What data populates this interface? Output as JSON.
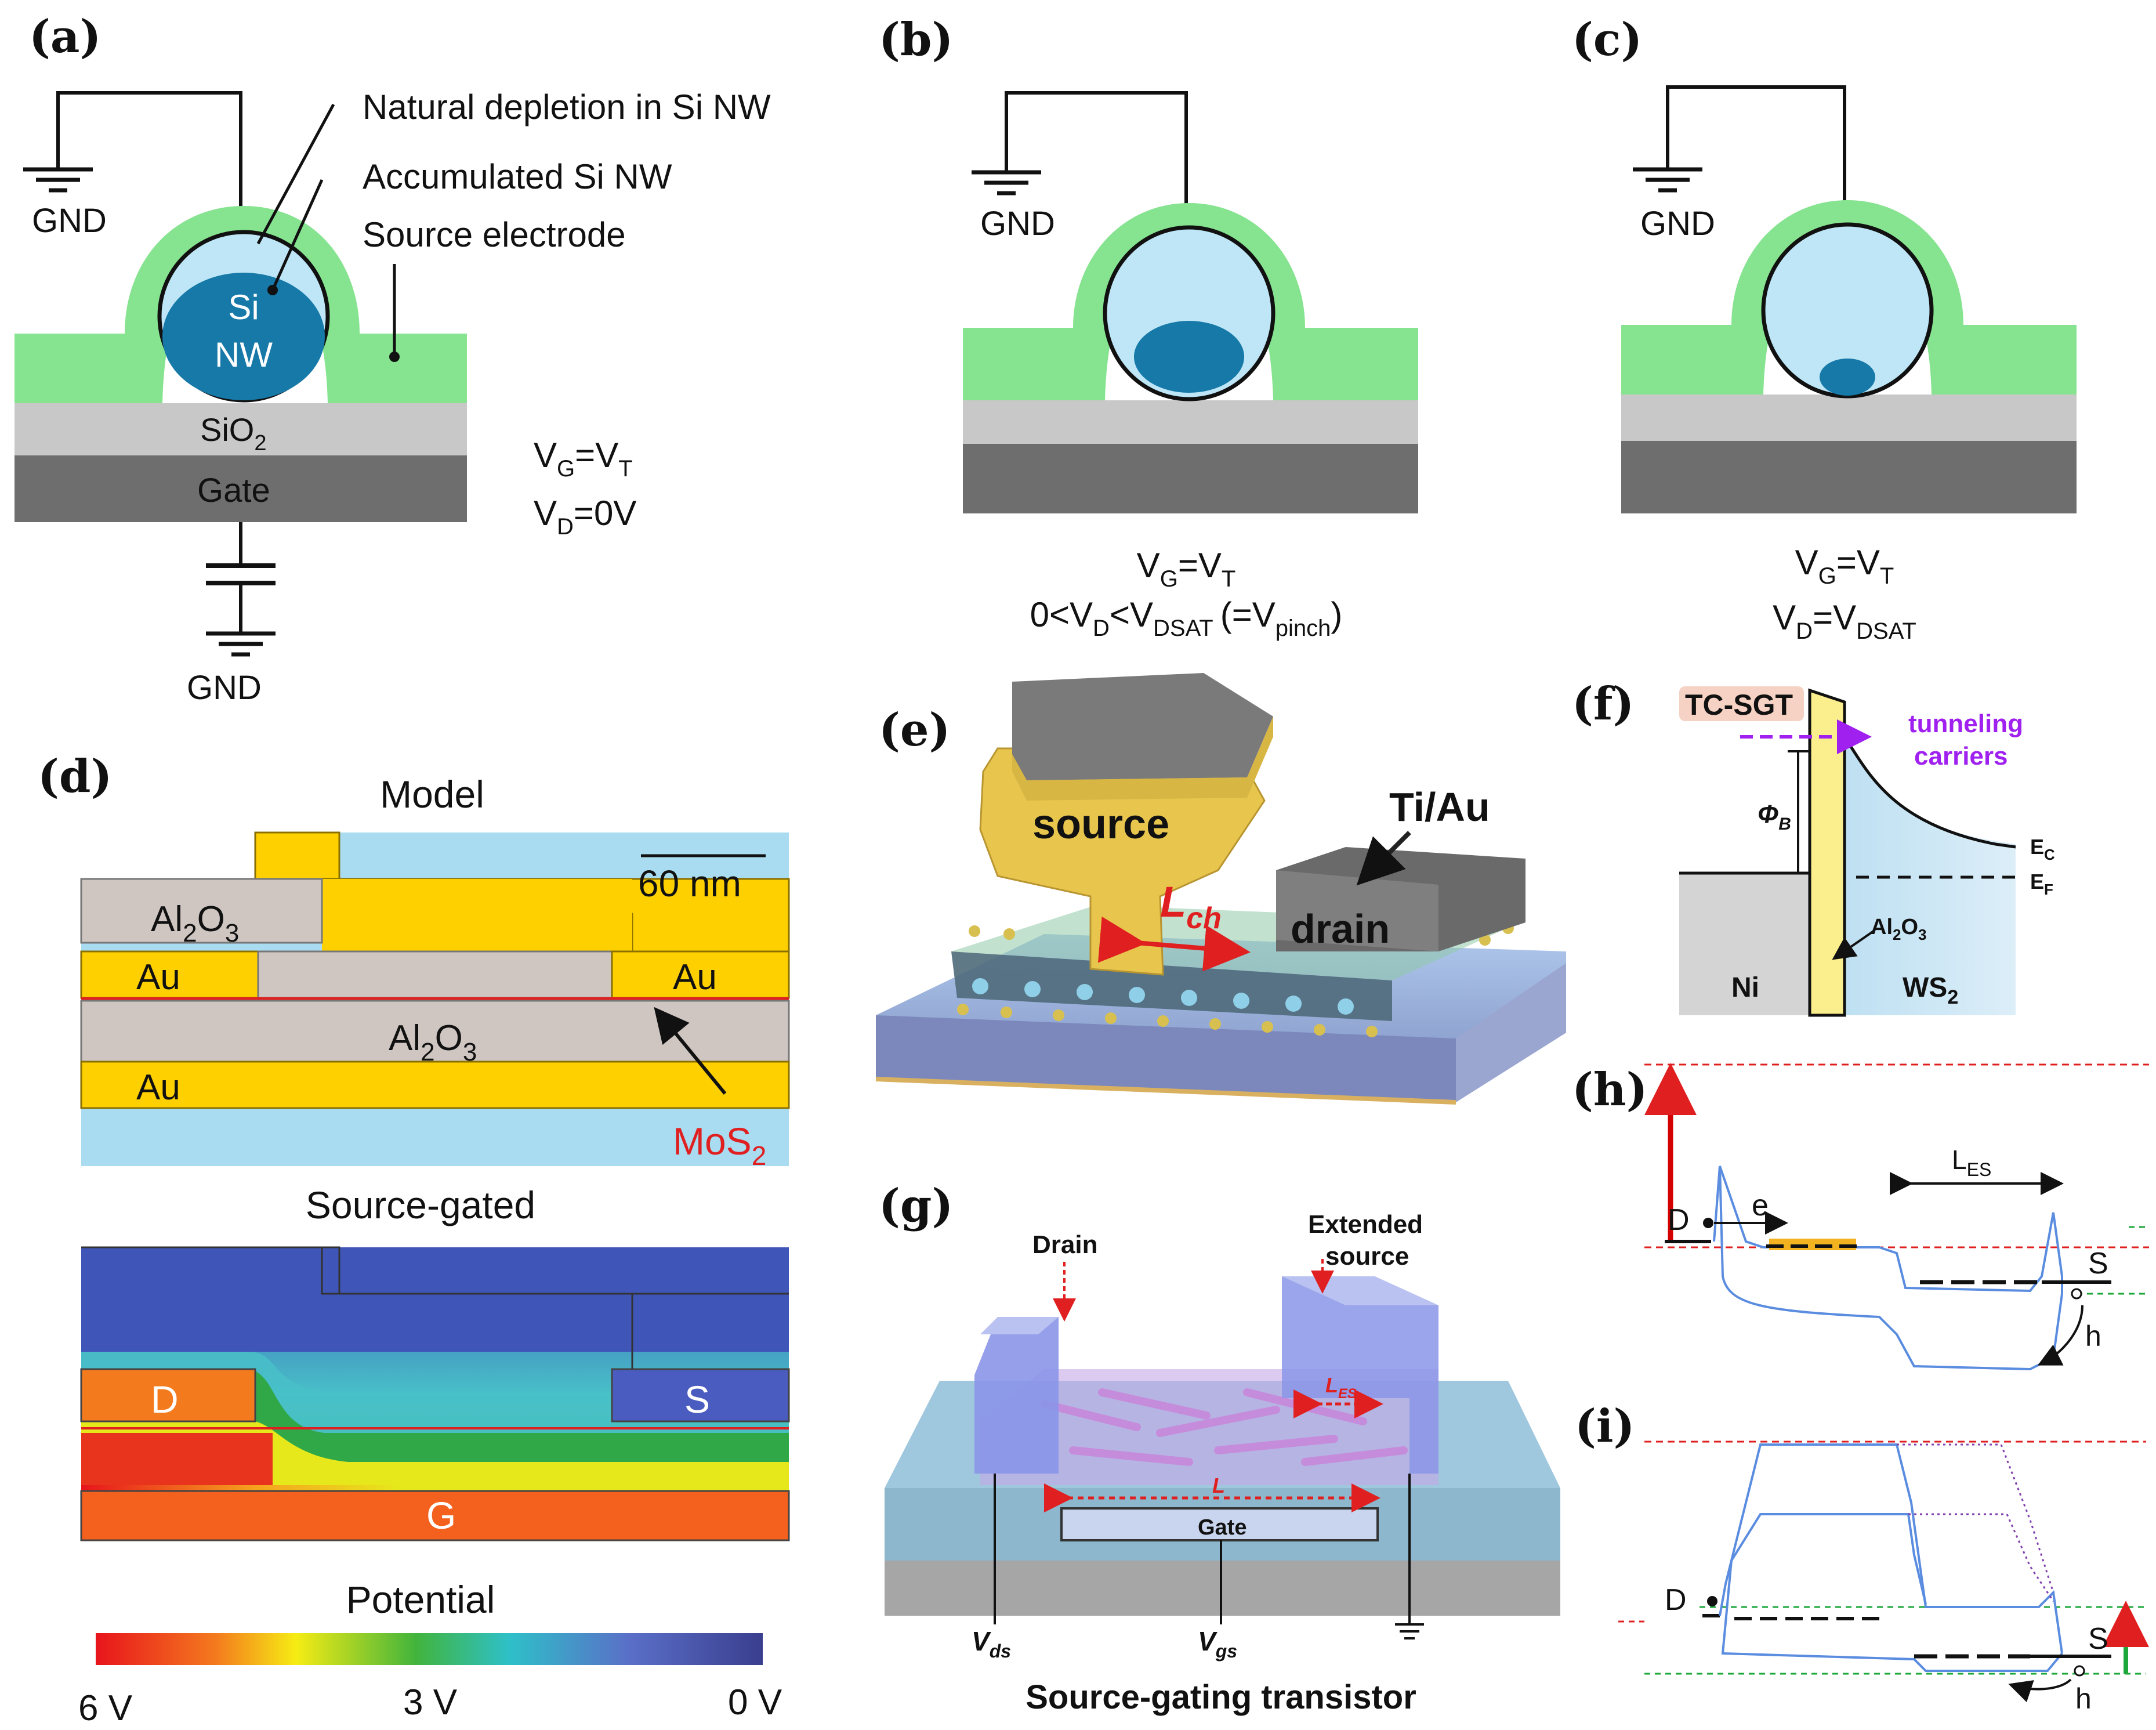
{
  "colors": {
    "electrode": "#86E38F",
    "nanowire_light": "#BFE6F7",
    "nanowire_dark": "#1679A8",
    "sio2": "#C8C8C8",
    "gate": "#6E6E6E",
    "au": "#FFD000",
    "al2o3": "#CFC6C2",
    "background_blue": "#A9DCF0",
    "mos2_red": "#E02020",
    "red_arrow": "#D40000",
    "green_arrow": "#1EA83C",
    "band_blue": "#5A8CE0",
    "tunneling_purple": "#A020F0"
  },
  "panel_a": {
    "label": "(a)",
    "gnd_top": "GND",
    "gnd_bottom": "GND",
    "callout_depletion": "Natural depletion in Si NW",
    "callout_accumulated": "Accumulated Si NW",
    "callout_source": "Source electrode",
    "si_nw_line1": "Si",
    "si_nw_line2": "NW",
    "sio2": "SiO",
    "sio2_sub": "2",
    "gate": "Gate",
    "vg": {
      "a": "V",
      "as": "G",
      "b": "=V",
      "bs": "T"
    },
    "vd": {
      "a": "V",
      "as": "D",
      "b": "=0V"
    }
  },
  "panel_b": {
    "label": "(b)",
    "gnd": "GND",
    "vg": {
      "a": "V",
      "as": "G",
      "b": "=V",
      "bs": "T"
    },
    "vd": {
      "a": "0<V",
      "as": "D",
      "b": "<V",
      "bs": "DSAT",
      "c": "(=V",
      "cs": "pinch",
      "d": ")"
    }
  },
  "panel_c": {
    "label": "(c)",
    "gnd": "GND",
    "vg": {
      "a": "V",
      "as": "G",
      "b": "=V",
      "bs": "T"
    },
    "vd": {
      "a": "V",
      "as": "D",
      "b": "=V",
      "bs": "DSAT"
    }
  },
  "panel_d": {
    "label": "(d)",
    "title_model": "Model",
    "scale_bar": "60 nm",
    "al2o3_top": {
      "a": "Al",
      "as": "2",
      "b": "O",
      "bs": "3"
    },
    "al2o3_mid": {
      "a": "Al",
      "as": "2",
      "b": "O",
      "bs": "3"
    },
    "au_left": "Au",
    "au_right": "Au",
    "au_bottom": "Au",
    "mos2": {
      "a": "MoS",
      "as": "2"
    },
    "title_source_gated": "Source-gated",
    "sim_d": "D",
    "sim_s": "S",
    "sim_g": "G",
    "title_potential": "Potential",
    "colorbar_ticks": [
      "6 V",
      "3 V",
      "0 V"
    ]
  },
  "panel_e": {
    "label": "(e)",
    "source": "source",
    "drain": "drain",
    "ti_au": "Ti/Au",
    "lch": {
      "a": "L",
      "as": "ch"
    }
  },
  "panel_f": {
    "label": "(f)",
    "tc_sgt": "TC-SGT",
    "tunneling": "tunneling",
    "carriers": "carriers",
    "phi": {
      "a": "Φ",
      "as": "B"
    },
    "ec": {
      "a": "E",
      "as": "C"
    },
    "ef": {
      "a": "E",
      "as": "F"
    },
    "al2o3": {
      "a": "Al",
      "as": "2",
      "b": "O",
      "bs": "3"
    },
    "ni": "Ni",
    "ws2": {
      "a": "WS",
      "as": "2"
    }
  },
  "panel_g": {
    "label": "(g)",
    "drain": "Drain",
    "extended_source_1": "Extended",
    "extended_source_2": "source",
    "les": {
      "a": "L",
      "as": "ES"
    },
    "l": "L",
    "gate": "Gate",
    "vds": {
      "a": "V",
      "as": "ds"
    },
    "vgs": {
      "a": "V",
      "as": "gs"
    },
    "caption": "Source-gating transistor"
  },
  "panel_h": {
    "label": "(h)",
    "les": {
      "a": "L",
      "as": "ES"
    },
    "d": "D",
    "e": "e",
    "s": "S",
    "h": "h"
  },
  "panel_i": {
    "label": "(i)",
    "d": "D",
    "s": "S",
    "h": "h"
  }
}
